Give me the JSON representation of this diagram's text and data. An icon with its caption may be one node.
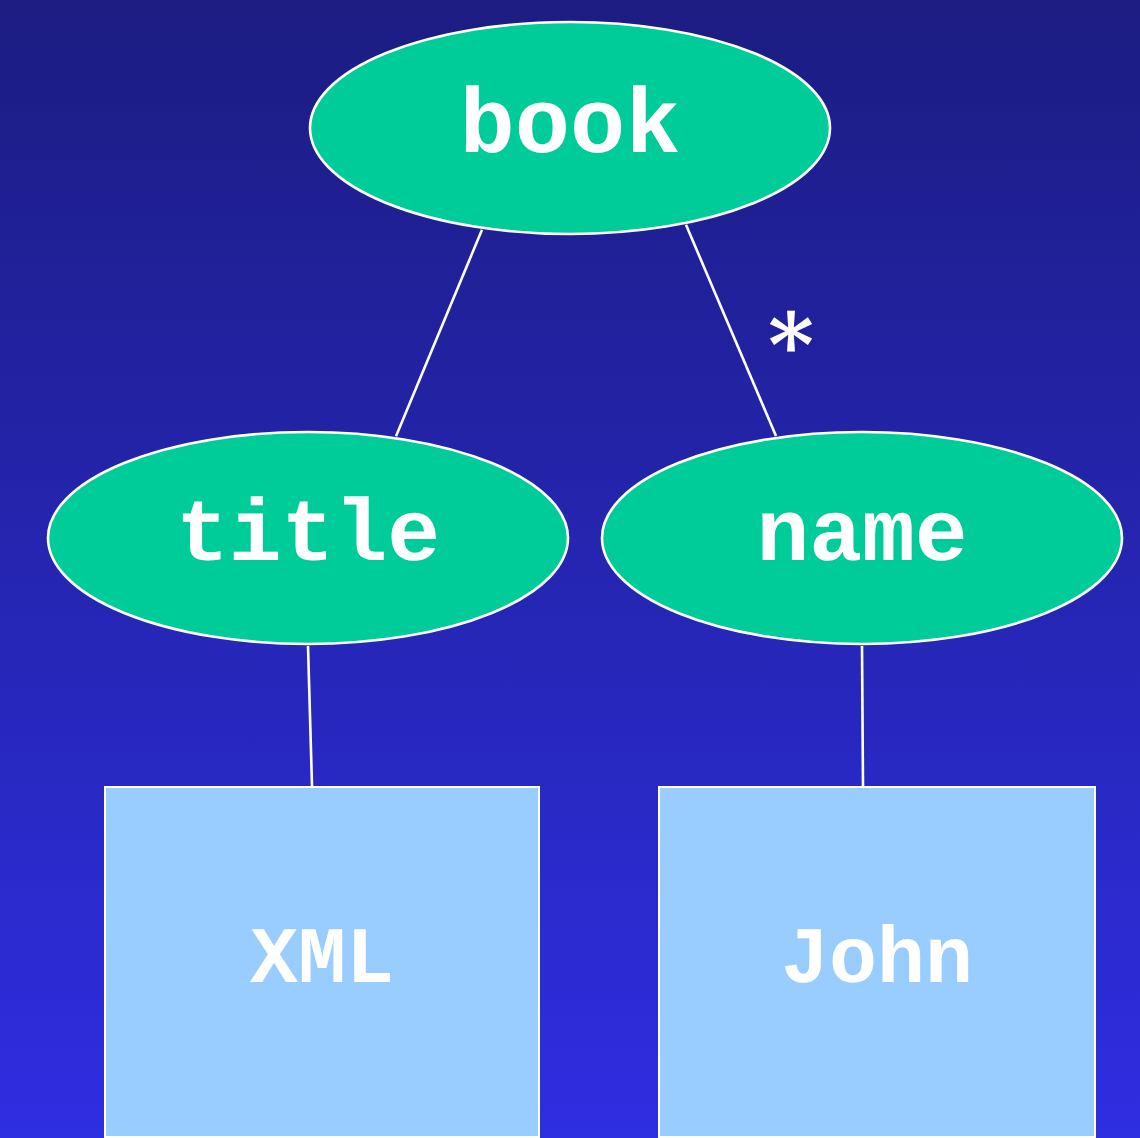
{
  "diagram": {
    "nodes": [
      {
        "text": [
          "book"
        ]
      },
      {
        "text": [
          "title"
        ]
      },
      {
        "text": [
          "name"
        ]
      },
      {
        "text": [
          "XML"
        ]
      },
      {
        "text": [
          "John"
        ]
      }
    ],
    "edges": [
      {
        "from": 0,
        "to": 1,
        "arrow": "none"
      },
      {
        "from": 0,
        "to": 2,
        "arrow": "none",
        "label": "*"
      },
      {
        "from": 1,
        "to": 3,
        "arrow": "none"
      },
      {
        "from": 2,
        "to": 4,
        "arrow": "none"
      }
    ]
  }
}
